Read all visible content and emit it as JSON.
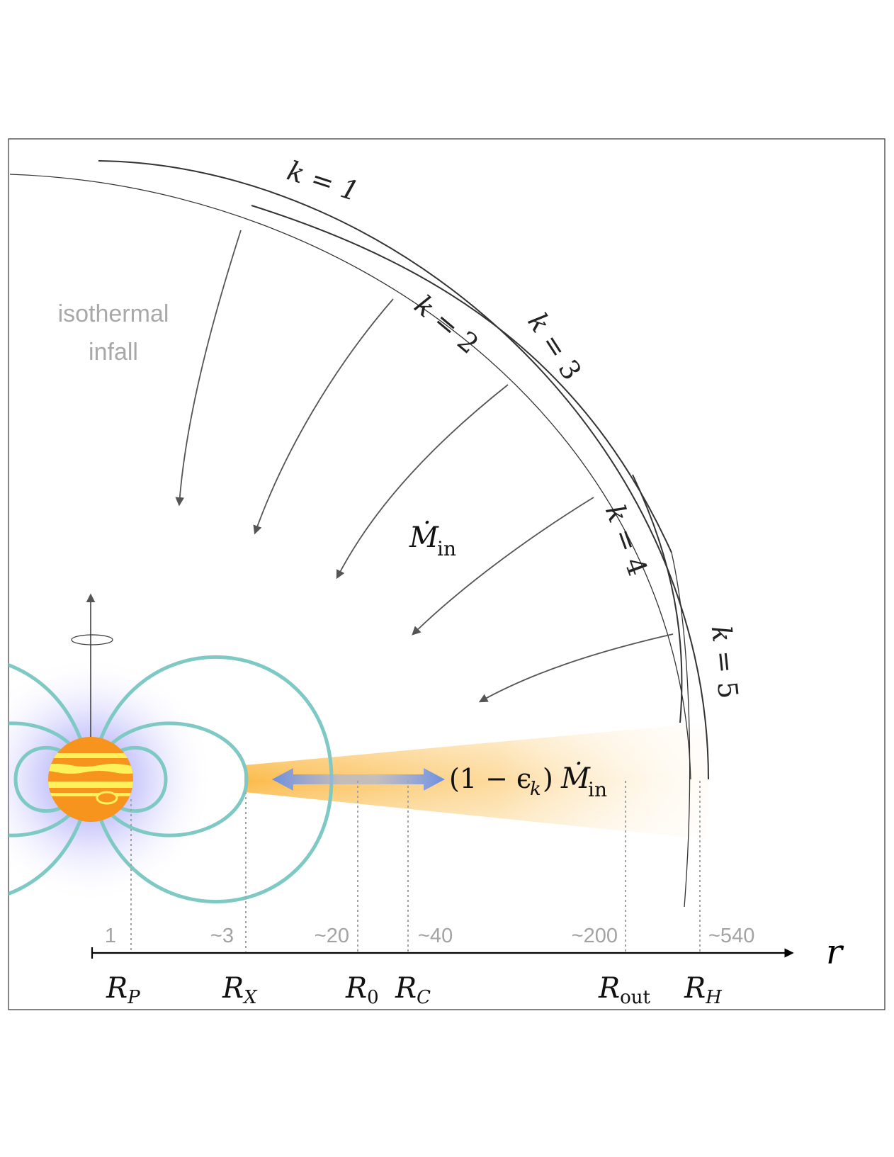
{
  "labels": {
    "isothermal": "isothermal",
    "infall": "infall",
    "mdot_in_symbol": "Ṁ",
    "mdot_in_sub": "in",
    "outflow_prefix": "(1 − ϵ",
    "outflow_k_sub": "k",
    "outflow_mid": ")",
    "outflow_symbol": "Ṁ",
    "outflow_sub": "in",
    "axis_variable": "r"
  },
  "streamlines": [
    {
      "k_letter": "k",
      "eq": " = ",
      "value": "1"
    },
    {
      "k_letter": "k",
      "eq": " = ",
      "value": "2"
    },
    {
      "k_letter": "k",
      "eq": " = ",
      "value": "3"
    },
    {
      "k_letter": "k",
      "eq": " = ",
      "value": "4"
    },
    {
      "k_letter": "k",
      "eq": " = ",
      "value": "5"
    }
  ],
  "radii": [
    {
      "value": "1",
      "symbol": "R",
      "sub": "P"
    },
    {
      "value": "~3",
      "symbol": "R",
      "sub": "X"
    },
    {
      "value": "~20",
      "symbol": "R",
      "sub": "0"
    },
    {
      "value": "~40",
      "symbol": "R",
      "sub": "C"
    },
    {
      "value": "~200",
      "symbol": "R",
      "sub": "out"
    },
    {
      "value": "~540",
      "symbol": "R",
      "sub": "H"
    }
  ],
  "colors": {
    "planet_orange": "#f7941d",
    "planet_yellow": "#fdf25a",
    "field_lines": "#7ec9c4",
    "glow": "#8f8cf5",
    "disk": "#fbc15e",
    "arrow_blue": "#6d8fe0",
    "tick_gray": "#a3a3a3",
    "line_gray": "#555555"
  }
}
